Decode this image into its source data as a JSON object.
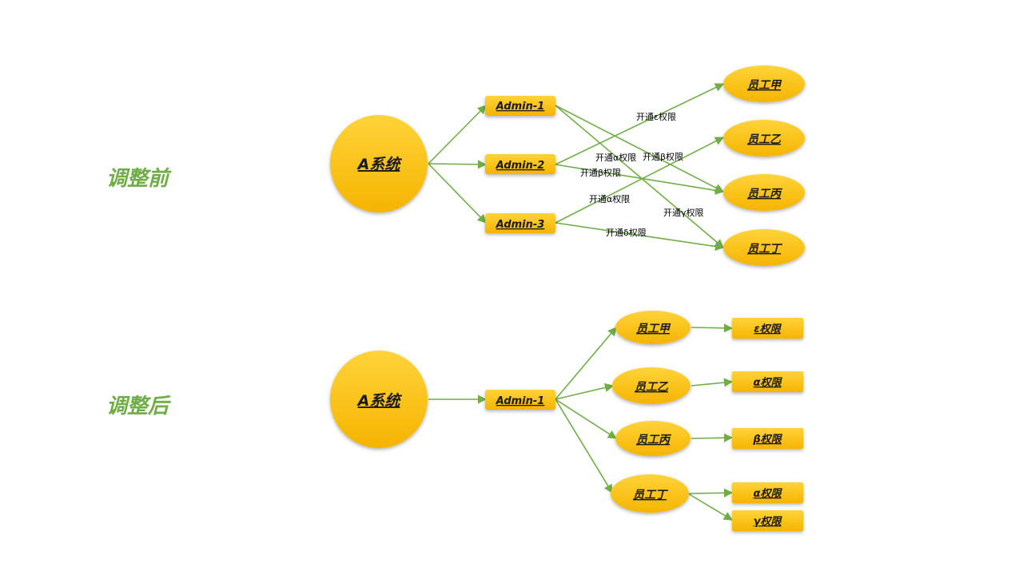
{
  "labels": {
    "before": "调整前",
    "after": "调整后"
  },
  "colors": {
    "node_top": "#ffd33a",
    "node_bottom": "#f5b400",
    "edge": "#70ad47",
    "label": "#70ad47"
  },
  "before": {
    "system": "A系统",
    "admins": [
      "Admin-1",
      "Admin-2",
      "Admin-3"
    ],
    "employees": [
      "员工甲",
      "员工乙",
      "员工丙",
      "员工丁"
    ],
    "edge_labels": {
      "a1_jia": "开通ε权限",
      "a2_yi": "开通α权限",
      "a3_yi": "开通β权限",
      "a2_bing": "开通β权限",
      "a3_bing": "开通α权限",
      "a1_ding": "开通γ权限",
      "a3_ding": "开通δ权限"
    }
  },
  "after": {
    "system": "A系统",
    "admin": "Admin-1",
    "employees": [
      "员工甲",
      "员工乙",
      "员工丙",
      "员工丁"
    ],
    "permissions": [
      "ε权限",
      "α权限",
      "β权限",
      "α权限",
      "γ权限"
    ]
  }
}
